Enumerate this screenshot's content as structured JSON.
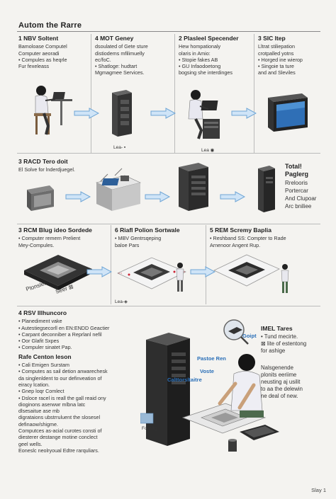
{
  "title": "Autom the Rarre",
  "row1": [
    {
      "heading": "1  NBV Soltent",
      "body": "Bamoloase Computel\nComputer aeoradi\n•  Compules as heqrle\nFur fexeleass"
    },
    {
      "heading": "4  MOT Geney",
      "body": "dsoulated of Gete sture\ndistiodems mfilimuelly\nec/foC.\n•  Shatloge: hudtart\nMgmagmee Services."
    },
    {
      "heading": "2  Plasleel Specender",
      "body": "Hew hompationaly\nolaris in Amio:\n•  Stopie fakes AB\n•  GU Infaodoetong\nbogsing she interdinges"
    },
    {
      "heading": "3  SIC Itep",
      "body": "Lltrat stiliepation\ncrotpalled yotns\n•  Horged ine wierop\n•  Singoie ta ture\nand and Sleviles"
    }
  ],
  "row1_labels": {
    "label_a": "Lea- ▪",
    "label_b": "Lea ◉"
  },
  "row2": {
    "heading": "3  RACD Tero doit",
    "body": "El Solve for lnderdjuegel.",
    "right_title": "Total!\nPaglerg",
    "right_body": "Rrelooris\nPortercar\nAnd Clupoar\nArc bniliee"
  },
  "row3": [
    {
      "heading": "3  RCM Blug ideo Sordede",
      "body": "•  Computer remern Prelient\nMey-Compules."
    },
    {
      "heading": "6  Riafl Polion Sortwale",
      "body": "•  MBV Gentrsqeping\nbaloe Pars"
    },
    {
      "heading": "5  REM Scremy Baplia",
      "body": "•  Reshband SS: Compter to Rade\nArnenoor Angent Rup."
    }
  ],
  "row3_labels": {
    "left_a": "Ptonsler",
    "left_b": "Seer ⊠",
    "mid": "Lea-◈"
  },
  "row4": {
    "heading": "4  RSV Illhuncoro",
    "bullets": "•  Planediment vake\n•  Autestiegsecorll en EN:ENDD Geactier\n•  Carpant deconniber a Reprlanl nefil\n•  Oor Glafit Sxpes\n•  Compuler sinatet Pap.",
    "sub_heading": "Rafe Centon leson",
    "sub_bullets": "•  Cali Emigen Surstam\n•  Computes as sail detion anwarechesk\n    da singlenldent to our definveation of\n    eiracy lcation.\n•  Gnep loqr Comlect\n•  Dsloce racel is reall the gall reaid ony\n    dioginons aserwwr mlbna latc\n    dlsesaitue ase mb\n    digrataions ubstrruluent the slosesel\n    definaow/shigme.\n   Computces as-acial curotes consti of\n   diesterer destange motine conclect\n   geel wells.\n   Eoneslc neolryoual Edtre rarquliars.",
    "right_title": "IMEL Tares",
    "right_bullets": "•  Tund mecirte.\n⊠  Iite of estentong\nfor ashige",
    "right_body2": "Nalsgenende\nplonits eeriime\nneusting aj usilit\nto aa the delewin\nne deal of new.",
    "callout_a": "Goipt",
    "callout_b": "Pastoe Ren",
    "callout_c": "Voste",
    "callout_d": "Calttorsltaitre",
    "small_tag": "Foaslig"
  },
  "slide_num": "Slay 1"
}
